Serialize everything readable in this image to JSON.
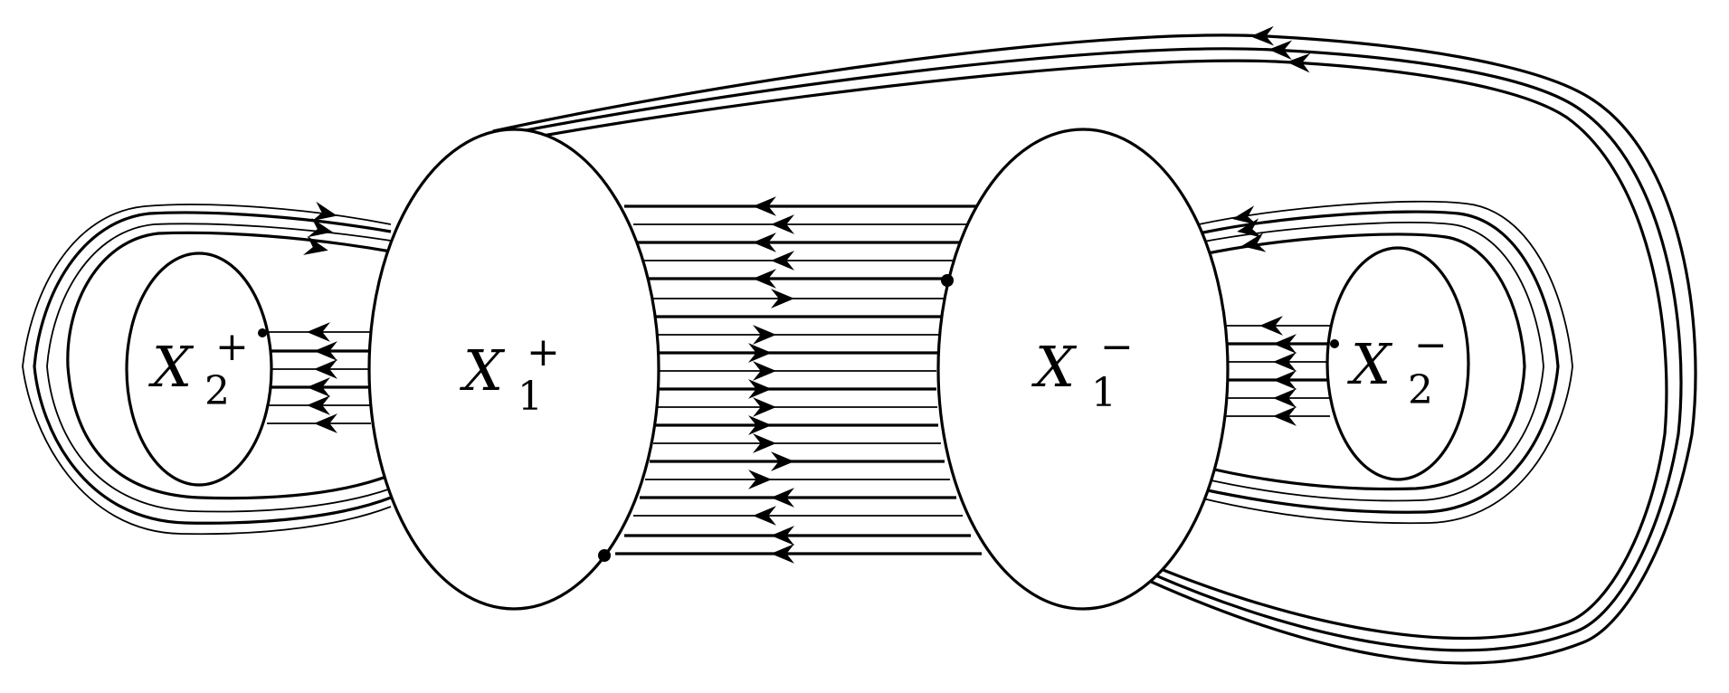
{
  "diagram": {
    "colors": {
      "stroke": "#000000",
      "fill": "#ffffff"
    },
    "regions": {
      "x2_plus": {
        "letter": "X",
        "sub": "2",
        "sup": "+"
      },
      "x1_plus": {
        "letter": "X",
        "sub": "1",
        "sup": "+"
      },
      "x1_minus": {
        "letter": "X",
        "sub": "1",
        "sup": "−"
      },
      "x2_minus": {
        "letter": "X",
        "sub": "2",
        "sup": "−"
      }
    }
  }
}
